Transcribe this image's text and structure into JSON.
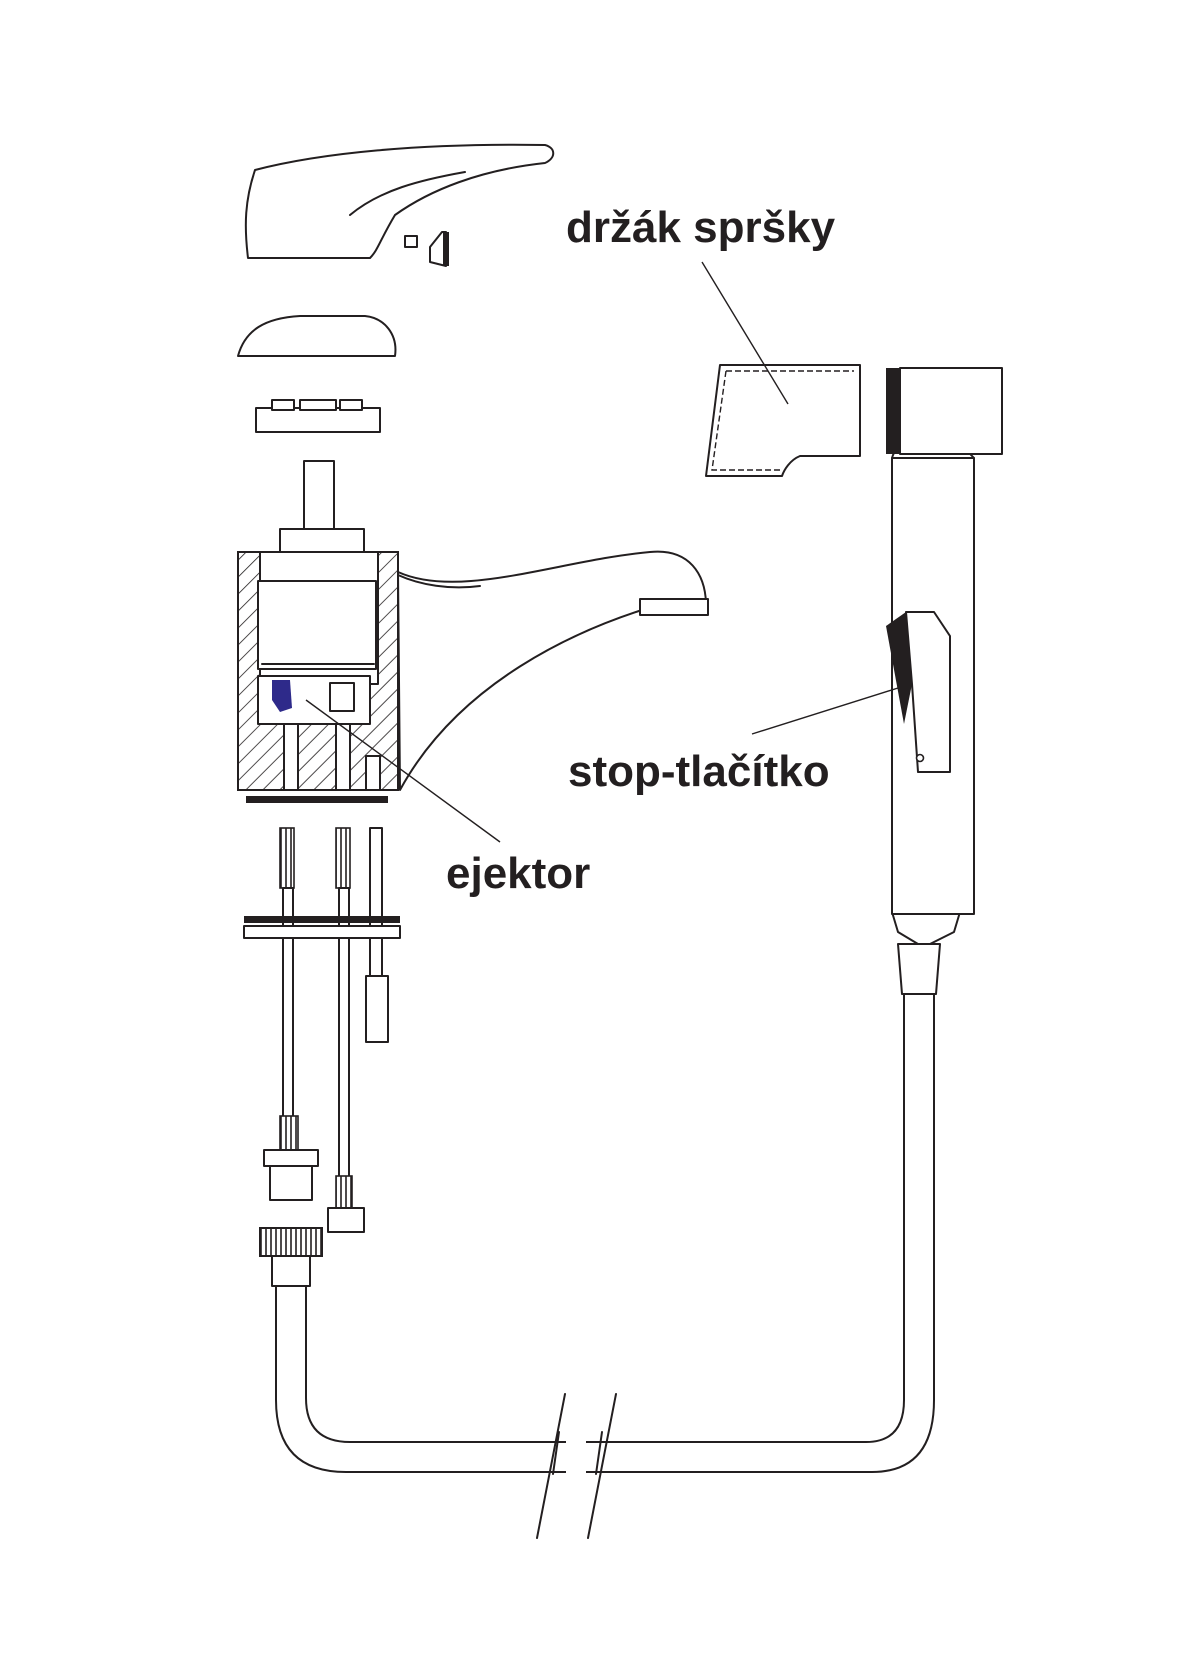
{
  "labels": {
    "holder": "držák spršky",
    "ejector": "ejektor",
    "stop_button": "stop-tlačítko"
  },
  "colors": {
    "line": "#231f20",
    "ejector_part": "#2e2a8a",
    "background": "#ffffff"
  }
}
